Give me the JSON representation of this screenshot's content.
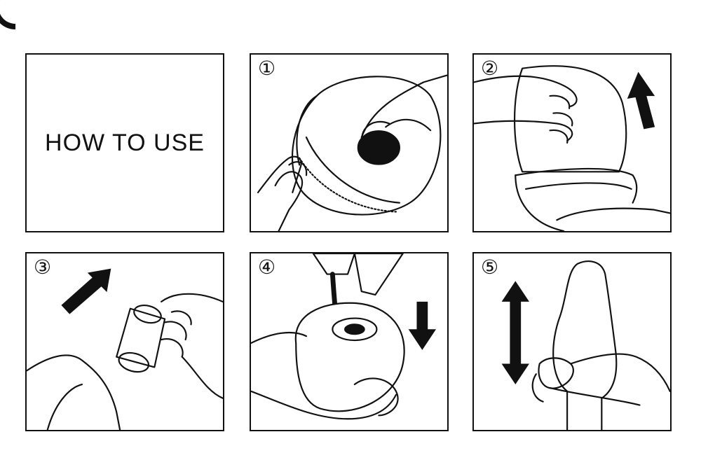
{
  "title": "HOW TO USE",
  "steps": [
    {
      "number": "①",
      "icon": "peel-cap-hand-icon"
    },
    {
      "number": "②",
      "icon": "remove-cap-up-arrow-icon"
    },
    {
      "number": "③",
      "icon": "pull-inner-tube-arrow-icon"
    },
    {
      "number": "④",
      "icon": "pour-lubricant-down-arrow-icon"
    },
    {
      "number": "⑤",
      "icon": "stroke-up-down-arrow-icon"
    }
  ],
  "colors": {
    "line": "#111111",
    "background": "#ffffff"
  }
}
